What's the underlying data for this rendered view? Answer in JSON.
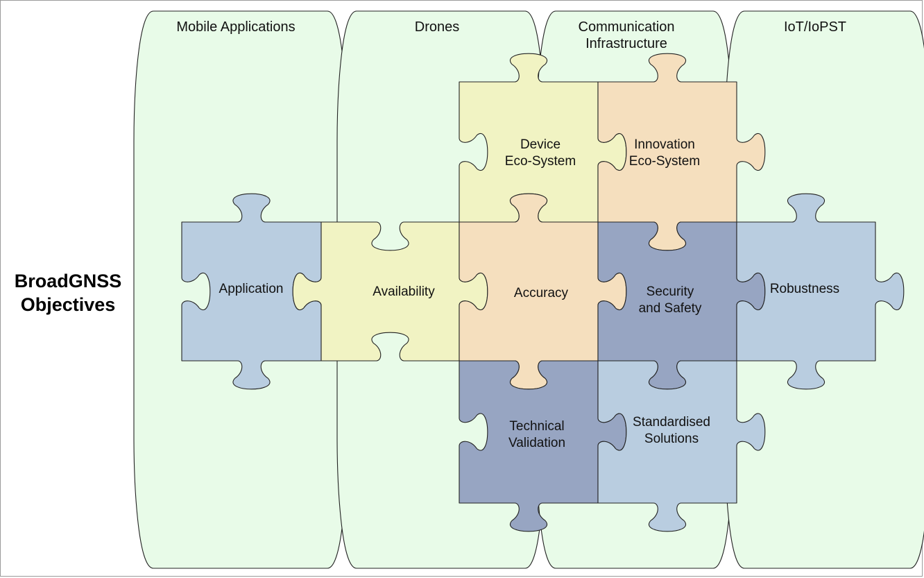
{
  "title_lines": [
    "BroadGNSS",
    "Objectives"
  ],
  "lanes": [
    {
      "name": "lane-mobile-applications",
      "lines": [
        "Mobile Applications"
      ]
    },
    {
      "name": "lane-drones",
      "lines": [
        "Drones"
      ]
    },
    {
      "name": "lane-communication-infrastructure",
      "lines": [
        "Communication",
        "Infrastructure"
      ]
    },
    {
      "name": "lane-iot-iopst",
      "lines": [
        "IoT/IoPST"
      ]
    }
  ],
  "pieces": [
    {
      "name": "piece-application",
      "lines": [
        "Application"
      ],
      "color": "#b9cde0"
    },
    {
      "name": "piece-availability",
      "lines": [
        "Availability"
      ],
      "color": "#f1f3c3"
    },
    {
      "name": "piece-device-eco-system",
      "lines": [
        "Device",
        "Eco-System"
      ],
      "color": "#f1f3c3"
    },
    {
      "name": "piece-innovation-eco-system",
      "lines": [
        "Innovation",
        "Eco-System"
      ],
      "color": "#f5dfbe"
    },
    {
      "name": "piece-accuracy",
      "lines": [
        "Accuracy"
      ],
      "color": "#f5dfbe"
    },
    {
      "name": "piece-security-and-safety",
      "lines": [
        "Security",
        "and Safety"
      ],
      "color": "#97a5c2"
    },
    {
      "name": "piece-robustness",
      "lines": [
        "Robustness"
      ],
      "color": "#b9cde0"
    },
    {
      "name": "piece-technical-validation",
      "lines": [
        "Technical",
        "Validation"
      ],
      "color": "#97a5c2"
    },
    {
      "name": "piece-standardised-solutions",
      "lines": [
        "Standardised",
        "Solutions"
      ],
      "color": "#b9cde0"
    }
  ],
  "colors": {
    "lane_fill": "#e8fbe8",
    "outline": "#222222"
  }
}
